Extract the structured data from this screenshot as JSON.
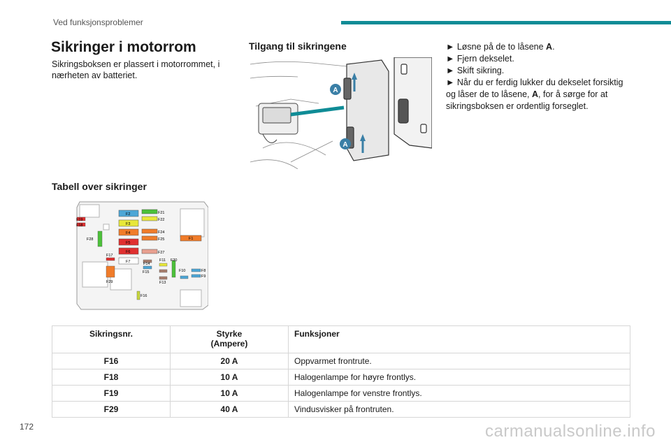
{
  "header": {
    "section": "Ved funksjonsproblemer",
    "accent": "#0f8c96"
  },
  "title": "Sikringer i motorrom",
  "intro": "Sikringsboksen er plassert i motorrommet, i nærheten av batteriet.",
  "access": {
    "heading": "Tilgang til sikringene",
    "label_a": "A",
    "steps": [
      {
        "pre": "► Løsne på de to låsene ",
        "bold": "A",
        "post": "."
      },
      {
        "pre": "► Fjern dekselet.",
        "bold": "",
        "post": ""
      },
      {
        "pre": "► Skift sikring.",
        "bold": "",
        "post": ""
      },
      {
        "pre": "► Når du er ferdig lukker du dekselet forsiktig og låser de to låsene, ",
        "bold": "A",
        "post": ", for å sørge for at sikringsboksen er ordentlig forseglet."
      }
    ]
  },
  "fuse_table": {
    "heading": "Tabell over sikringer",
    "labels": [
      "F2",
      "F21",
      "F22",
      "F19",
      "F18",
      "F3",
      "F4",
      "F24",
      "F1",
      "F28",
      "F25",
      "F5",
      "F6",
      "F27",
      "F17",
      "F7",
      "F14",
      "F11",
      "F20",
      "F15",
      "F10",
      "F8",
      "F9",
      "F29",
      "F13",
      "F16"
    ],
    "columns": [
      "Sikringsnr.",
      "Styrke\n(Ampere)",
      "Funksjoner"
    ],
    "rows": [
      {
        "nr": "F16",
        "amp": "20 A",
        "func": "Oppvarmet frontrute."
      },
      {
        "nr": "F18",
        "amp": "10 A",
        "func": "Halogenlampe for høyre frontlys."
      },
      {
        "nr": "F19",
        "amp": "10 A",
        "func": "Halogenlampe for venstre frontlys."
      },
      {
        "nr": "F29",
        "amp": "40 A",
        "func": "Vindusvisker på frontruten."
      }
    ]
  },
  "page_number": "172",
  "watermark": "carmanualsonline.info"
}
